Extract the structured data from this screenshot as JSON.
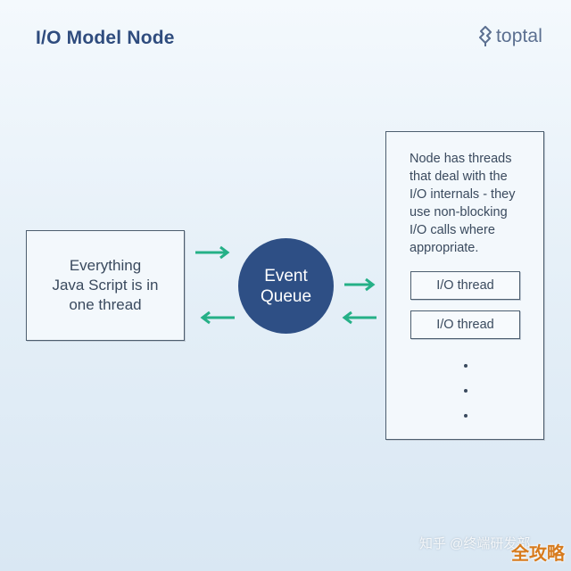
{
  "title": "I/O Model Node",
  "brand": {
    "name": "toptal",
    "logo_icon": "toptal-logo-icon"
  },
  "left_box": {
    "text": "Everything\nJava Script is in\none thread"
  },
  "event_queue": {
    "text": "Event\nQueue",
    "color": "#2e4f85"
  },
  "right_box": {
    "text": "Node has threads\nthat deal with the\nI/O internals - they\nuse non-blocking\nI/O calls where\nappropriate.",
    "threads": [
      "I/O thread",
      "I/O thread"
    ],
    "ellipsis_icon": "vertical-dots-icon"
  },
  "arrows": {
    "color": "#25b087",
    "icons": [
      "arrow-right-icon",
      "arrow-left-icon",
      "arrow-right-icon",
      "arrow-left-icon"
    ]
  },
  "watermark": {
    "text": "知乎 @终端研发部",
    "badge": "全攻略"
  }
}
